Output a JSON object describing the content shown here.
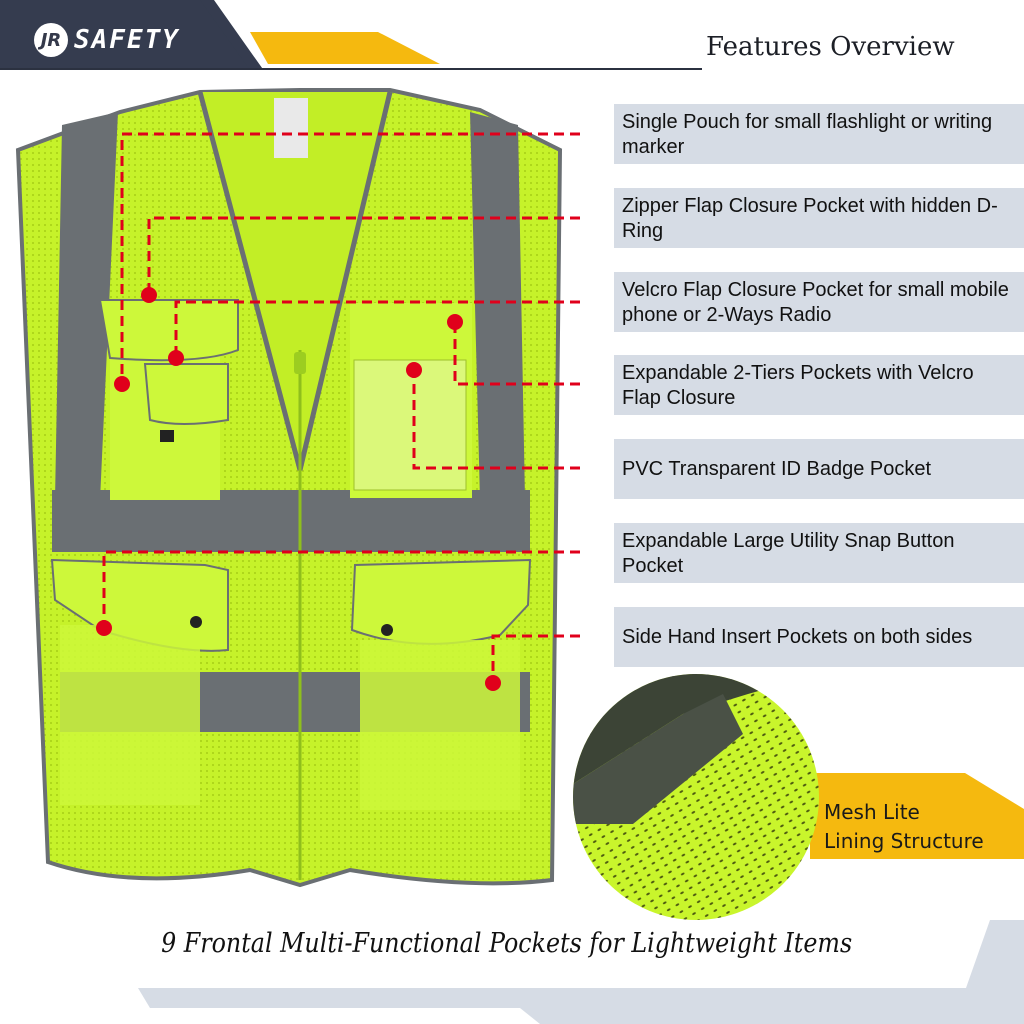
{
  "brand": {
    "logo_mark": "JR",
    "logo_text": "SAFETY"
  },
  "header": {
    "title": "Features Overview"
  },
  "colors": {
    "navy": "#353c4f",
    "accent_yellow": "#f5b90f",
    "feature_box": "#d6dce5",
    "callout_red": "#e0001b",
    "vest_green": "#c6f22a",
    "reflective_gray": "#6a6f73"
  },
  "features": [
    {
      "label": "Single Pouch for small flashlight or writing marker"
    },
    {
      "label": "Zipper Flap Closure Pocket with hidden D-Ring"
    },
    {
      "label": "Velcro Flap Closure Pocket for small mobile phone or 2-Ways Radio"
    },
    {
      "label": "Expandable 2-Tiers Pockets with Velcro Flap Closure"
    },
    {
      "label": "PVC Transparent ID Badge Pocket"
    },
    {
      "label": "Expandable Large Utility Snap Button Pocket"
    },
    {
      "label": "Side Hand Insert Pockets on both sides"
    }
  ],
  "detail_callout": {
    "line1": "Mesh Lite",
    "line2": "Lining Structure"
  },
  "tagline": "9 Frontal Multi-Functional Pockets for Lightweight Items",
  "product_image": {
    "alt": "High-visibility safety vest with reflective stripes and pockets"
  }
}
